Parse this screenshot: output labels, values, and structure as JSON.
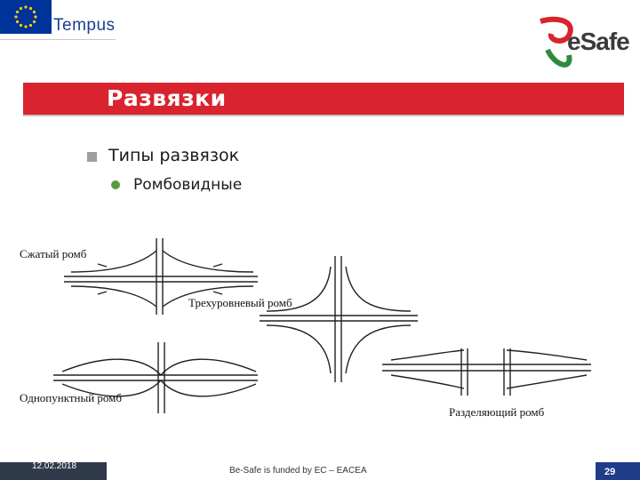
{
  "header": {
    "tempus_label": "Tempus",
    "esafe_label": "eSafe"
  },
  "slide": {
    "title": "Развязки",
    "bullet_1": "Типы развязок",
    "bullet_2": "Ромбовидные"
  },
  "figure": {
    "label_compressed": "Сжатый ромб",
    "label_three_level": "Трехуровневый ромб",
    "label_single_point": "Однопунктный ромб",
    "label_split": "Разделяющий ромб"
  },
  "footer": {
    "date": "12.02.2018",
    "funding": "Be-Safe is funded by EC – EACEA",
    "page": "29"
  },
  "colors": {
    "title_bar": "#d9232e",
    "eu_blue": "#003399",
    "bullet_green": "#5a9a3f"
  }
}
